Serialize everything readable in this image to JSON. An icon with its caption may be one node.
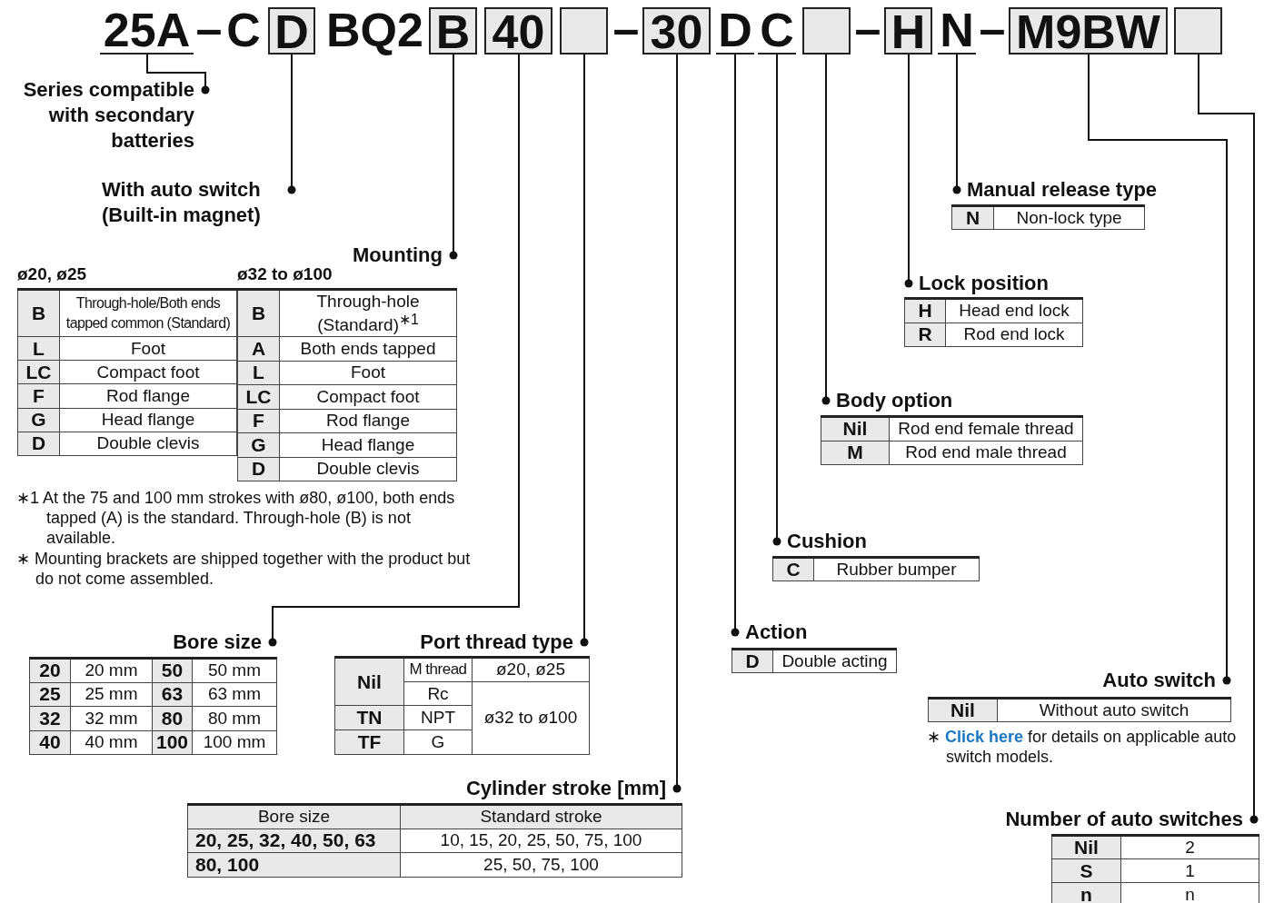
{
  "diagram": {
    "nodes": [
      {
        "text": [
          "25A"
        ]
      },
      {
        "text": [
          "D"
        ]
      },
      {
        "text": [
          "B"
        ]
      },
      {
        "text": [
          "40"
        ]
      },
      {
        "text": [],
        "shape": "box"
      },
      {
        "text": [
          "30"
        ]
      },
      {
        "text": [
          "D"
        ]
      },
      {
        "text": [
          "C"
        ]
      },
      {
        "text": [],
        "shape": "box"
      },
      {
        "text": [
          "H"
        ]
      },
      {
        "text": [
          "N"
        ]
      },
      {
        "text": [
          "M9BW"
        ]
      },
      {
        "text": [],
        "shape": "box"
      },
      {
        "text": [
          "Series compatible with secondary batteries"
        ]
      },
      {
        "text": [
          "With auto switch (Built-in magnet)"
        ]
      },
      {
        "text": [
          "Mounting"
        ]
      },
      {
        "text": [
          "Bore size"
        ]
      },
      {
        "text": [
          "Port thread type"
        ]
      },
      {
        "text": [
          "Cylinder stroke [mm]"
        ]
      },
      {
        "text": [
          "Action"
        ]
      },
      {
        "text": [
          "Cushion"
        ]
      },
      {
        "text": [
          "Body option"
        ]
      },
      {
        "text": [
          "Lock position"
        ]
      },
      {
        "text": [
          "Manual release type"
        ]
      },
      {
        "text": [
          "Auto switch"
        ]
      },
      {
        "text": [
          "Number of auto switches"
        ]
      }
    ],
    "edges": [
      {
        "from": 0,
        "to": 13,
        "arrow": "other"
      },
      {
        "from": 1,
        "to": 14,
        "arrow": "other"
      },
      {
        "from": 2,
        "to": 15,
        "arrow": "other"
      },
      {
        "from": 3,
        "to": 16,
        "arrow": "other"
      },
      {
        "from": 4,
        "to": 17,
        "arrow": "other"
      },
      {
        "from": 5,
        "to": 18,
        "arrow": "other"
      },
      {
        "from": 6,
        "to": 19,
        "arrow": "other"
      },
      {
        "from": 7,
        "to": 20,
        "arrow": "other"
      },
      {
        "from": 8,
        "to": 21,
        "arrow": "other"
      },
      {
        "from": 9,
        "to": 22,
        "arrow": "other"
      },
      {
        "from": 10,
        "to": 23,
        "arrow": "other"
      },
      {
        "from": 11,
        "to": 24,
        "arrow": "other"
      },
      {
        "from": 12,
        "to": 25,
        "arrow": "other"
      }
    ],
    "labels": [
      "–",
      "C",
      "BQ2",
      "–",
      "–",
      "–",
      "N",
      "Non-lock type",
      "ø20, ø25",
      "ø32 to ø100",
      "B",
      "Through-hole/Both ends tapped common (Standard)",
      "L",
      "Foot",
      "LC",
      "Compact foot",
      "F",
      "Rod flange",
      "G",
      "Head flange",
      "D",
      "Double clevis",
      "B",
      "Through-hole (Standard)$^{∗1}$",
      "A",
      "Both ends tapped",
      "L",
      "Foot",
      "LC",
      "Compact foot",
      "F",
      "Rod flange",
      "G",
      "Head flange",
      "D",
      "Double clevis",
      "H",
      "Head end lock",
      "R",
      "Rod end lock",
      "Nil",
      "Rod end female thread",
      "M",
      "Rod end male thread",
      "∗1 At the 75 and 100 mm strokes with ø80, ø100, both ends tapped (A) is the standard. Through-hole (B) is not available.",
      "∗ Mounting brackets are shipped together with the product but do not come assembled.",
      "C",
      "Rubber bumper",
      "D",
      "Double acting",
      "20",
      "20 mm",
      "50",
      "50 mm",
      "25",
      "25 mm",
      "63",
      "63 mm",
      "32",
      "32 mm",
      "80",
      "80 mm",
      "40",
      "40 mm",
      "100",
      "100 mm",
      "Nil",
      "M thread",
      "ø20, ø25",
      "Rc",
      "TN",
      "NPT",
      "ø32 to ø100",
      "TF",
      "G",
      "Nil",
      "Without auto switch",
      "∗ **Click here** for details on applicable auto switch models.",
      "Bore size",
      "Standard stroke",
      "20, 25, 32, 40, 50, 63",
      "10, 15, 20, 25, 50, 75, 100",
      "80, 100",
      "25, 50, 75, 100",
      "Nil",
      "2",
      "S",
      "1",
      "n",
      "n"
    ]
  }
}
